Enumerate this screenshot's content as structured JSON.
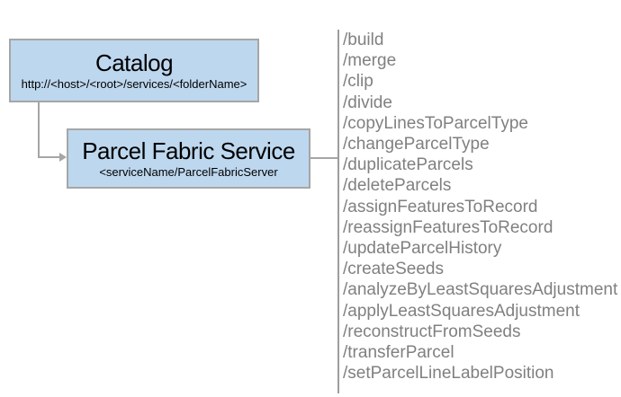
{
  "diagram": {
    "catalog": {
      "title": "Catalog",
      "subtitle": "http://<host>/<root>/services/<folderName>"
    },
    "service": {
      "title": "Parcel Fabric Service",
      "subtitle": "<serviceName/ParcelFabricServer"
    },
    "operations": [
      "/build",
      "/merge",
      "/clip",
      "/divide",
      "/copyLinesToParcelType",
      "/changeParcelType",
      "/duplicateParcels",
      "/deleteParcels",
      "/assignFeaturesToRecord",
      "/reassignFeaturesToRecord",
      "/updateParcelHistory",
      "/createSeeds",
      "/analyzeByLeastSquaresAdjustment",
      "/applyLeastSquaresAdjustment",
      "/reconstructFromSeeds",
      "/transferParcel",
      "/setParcelLineLabelPosition"
    ],
    "colors": {
      "box_fill": "#BDD7EE",
      "box_border": "#A6A6A6",
      "connector": "#A6A6A6",
      "divider": "#9D9D9D",
      "operation_text": "#808080",
      "title_text": "#000000"
    }
  }
}
